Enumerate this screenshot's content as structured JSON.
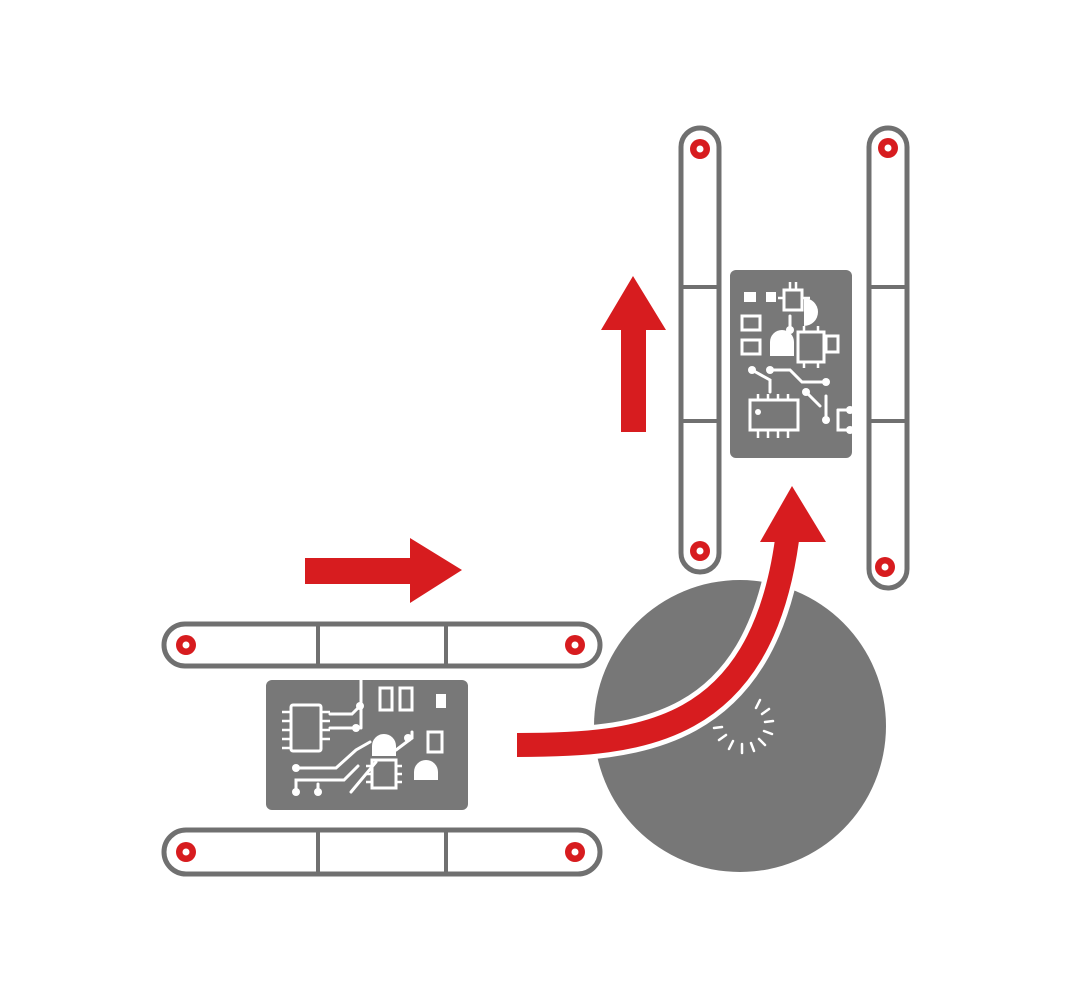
{
  "colors": {
    "background": "#ffffff",
    "frame": "#707070",
    "accent": "#d71c1f",
    "board": "#787878",
    "trace": "#ffffff",
    "turntable": "#777777"
  },
  "components": {
    "horizontal_conveyor": {
      "icon": "belt-conveyor",
      "orientation": "horizontal",
      "rails": 2,
      "segments_per_rail": 3
    },
    "vertical_conveyor": {
      "icon": "belt-conveyor",
      "orientation": "vertical",
      "rails": 2,
      "segments_per_rail": 3
    },
    "turntable": {
      "icon": "rotary-transfer-disc"
    },
    "pcb_boards": {
      "icon": "circuit-board",
      "count": 2
    },
    "arrows": {
      "icon": "flow-arrow",
      "directions": [
        "right",
        "curved-up",
        "up"
      ]
    }
  }
}
